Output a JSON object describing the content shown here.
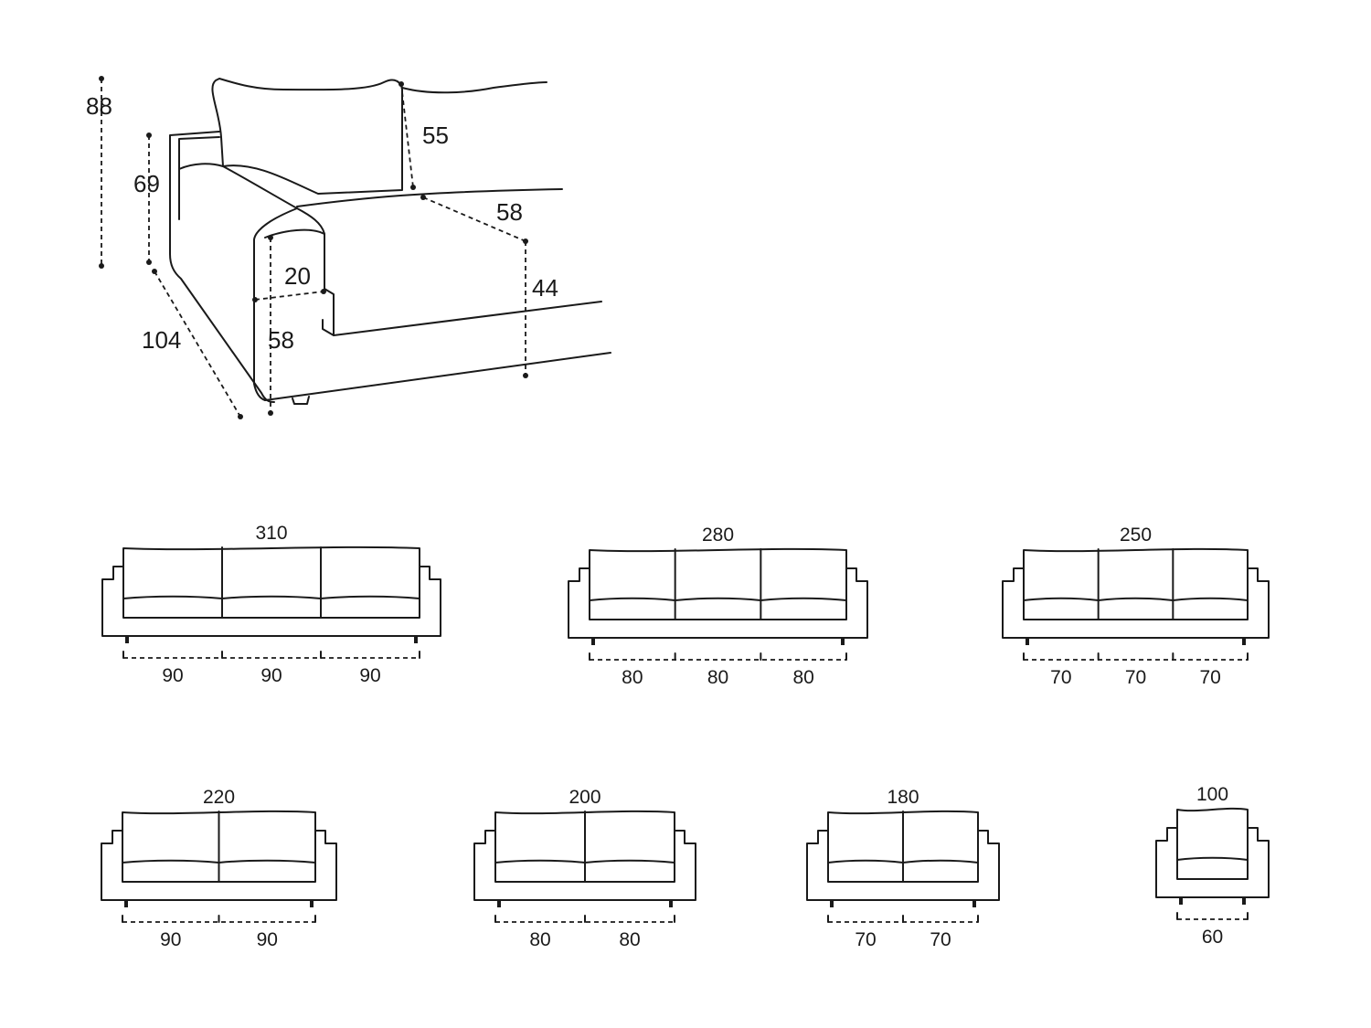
{
  "detail": {
    "dims": {
      "total_height": "88",
      "arm_height": "69",
      "back_cushion_height": "55",
      "seat_depth": "58",
      "seat_height": "44",
      "arm_width": "20",
      "arm_front_height": "58",
      "total_depth": "104"
    }
  },
  "sofas": [
    {
      "total": "310",
      "seats": [
        "90",
        "90",
        "90"
      ]
    },
    {
      "total": "280",
      "seats": [
        "80",
        "80",
        "80"
      ]
    },
    {
      "total": "250",
      "seats": [
        "70",
        "70",
        "70"
      ]
    },
    {
      "total": "220",
      "seats": [
        "90",
        "90"
      ]
    },
    {
      "total": "200",
      "seats": [
        "80",
        "80"
      ]
    },
    {
      "total": "180",
      "seats": [
        "70",
        "70"
      ]
    },
    {
      "total": "100",
      "seats": [
        "60"
      ]
    }
  ]
}
